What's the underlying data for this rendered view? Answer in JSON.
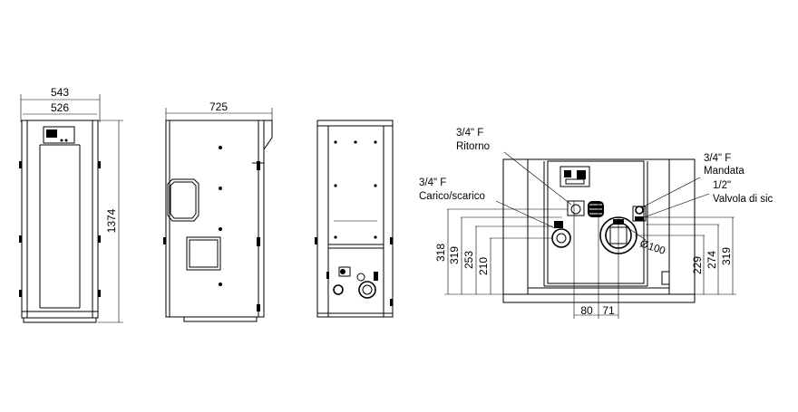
{
  "views": {
    "front": {
      "width_outer": "543",
      "width_inner": "526",
      "height": "1374"
    },
    "side": {
      "depth": "725"
    },
    "rear": {
      "labels": {
        "ritorno_size": "3/4\" F",
        "ritorno_name": "Ritorno",
        "carico_size": "3/4\" F",
        "carico_name": "Carico/scarico",
        "mandata_size": "3/4\" F",
        "mandata_name": "Mandata",
        "valvola_size": "1/2\"",
        "valvola_name": "Valvola di sic"
      },
      "diameter": "100",
      "left_dims": [
        "318",
        "319",
        "253",
        "210"
      ],
      "right_dims": [
        "229",
        "274",
        "319"
      ],
      "bottom_dims": [
        "80",
        "71"
      ]
    }
  }
}
